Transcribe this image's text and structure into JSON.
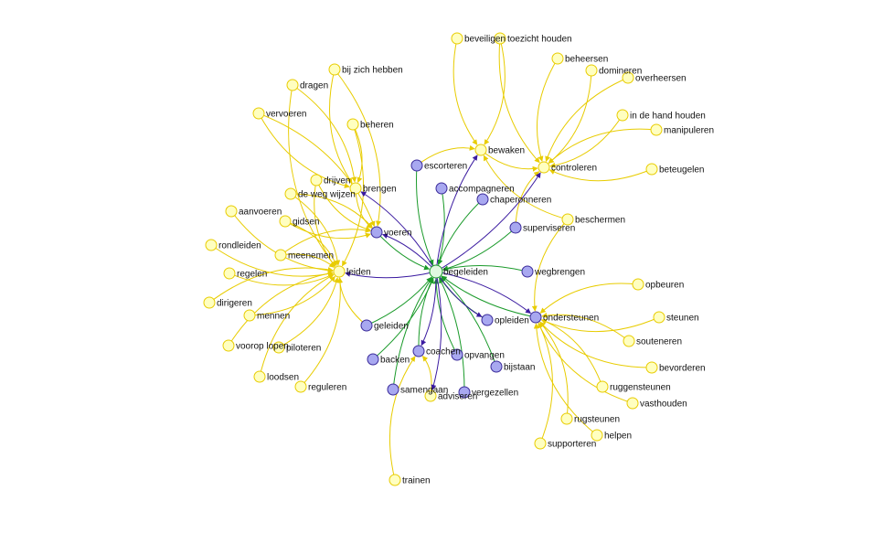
{
  "colors": {
    "background": "#ffffff",
    "yellow_node_fill": "#ffffc0",
    "yellow_node_stroke": "#e8cc00",
    "yellow_edge": "#e8cc00",
    "purple_node_fill": "#a8a8f0",
    "purple_node_stroke": "#3a2a9a",
    "purple_edge": "#3a1aa0",
    "green_edge": "#1a9a2a",
    "hub_green_fill": "#e0f8e0",
    "hub_green_stroke": "#1a9a2a"
  },
  "nodes": [
    {
      "id": "leiden",
      "label": "leiden",
      "kind": "yellow"
    },
    {
      "id": "voeren",
      "label": "voeren",
      "kind": "purple"
    },
    {
      "id": "begeleiden",
      "label": "begeleiden",
      "kind": "hub"
    },
    {
      "id": "ondersteunen",
      "label": "ondersteunen",
      "kind": "purple"
    },
    {
      "id": "bewaken",
      "label": "bewaken",
      "kind": "yellow"
    },
    {
      "id": "controleren",
      "label": "controleren",
      "kind": "yellow"
    },
    {
      "id": "brengen",
      "label": "brengen",
      "kind": "yellow"
    },
    {
      "id": "beveiligen",
      "label": "beveiligen",
      "kind": "yellow"
    },
    {
      "id": "toezicht-houden",
      "label": "toezicht houden",
      "kind": "yellow"
    },
    {
      "id": "beheersen",
      "label": "beheersen",
      "kind": "yellow"
    },
    {
      "id": "domineren",
      "label": "domineren",
      "kind": "yellow"
    },
    {
      "id": "overheersen",
      "label": "overheersen",
      "kind": "yellow"
    },
    {
      "id": "in-de-hand-houden",
      "label": "in de hand houden",
      "kind": "yellow"
    },
    {
      "id": "manipuleren",
      "label": "manipuleren",
      "kind": "yellow"
    },
    {
      "id": "beteugelen",
      "label": "beteugelen",
      "kind": "yellow"
    },
    {
      "id": "bij-zich-hebben",
      "label": "bij zich hebben",
      "kind": "yellow"
    },
    {
      "id": "dragen",
      "label": "dragen",
      "kind": "yellow"
    },
    {
      "id": "vervoeren",
      "label": "vervoeren",
      "kind": "yellow"
    },
    {
      "id": "beheren",
      "label": "beheren",
      "kind": "yellow"
    },
    {
      "id": "drijven",
      "label": "drijven",
      "kind": "yellow"
    },
    {
      "id": "de-weg-wijzen",
      "label": "de weg wijzen",
      "kind": "yellow"
    },
    {
      "id": "aanvoeren",
      "label": "aanvoeren",
      "kind": "yellow"
    },
    {
      "id": "gidsen",
      "label": "gidsen",
      "kind": "yellow"
    },
    {
      "id": "rondleiden",
      "label": "rondleiden",
      "kind": "yellow"
    },
    {
      "id": "meenemen",
      "label": "meenemen",
      "kind": "yellow"
    },
    {
      "id": "regelen",
      "label": "regelen",
      "kind": "yellow"
    },
    {
      "id": "dirigeren",
      "label": "dirigeren",
      "kind": "yellow"
    },
    {
      "id": "mennen",
      "label": "mennen",
      "kind": "yellow"
    },
    {
      "id": "voorop-lopen",
      "label": "voorop lopen",
      "kind": "yellow"
    },
    {
      "id": "piloteren",
      "label": "piloteren",
      "kind": "yellow"
    },
    {
      "id": "loodsen",
      "label": "loodsen",
      "kind": "yellow"
    },
    {
      "id": "reguleren",
      "label": "reguleren",
      "kind": "yellow"
    },
    {
      "id": "escorteren",
      "label": "escorteren",
      "kind": "purple"
    },
    {
      "id": "accompagneren",
      "label": "accompagneren",
      "kind": "purple"
    },
    {
      "id": "chaperonneren",
      "label": "chaperonneren",
      "kind": "purple"
    },
    {
      "id": "beschermen",
      "label": "beschermen",
      "kind": "yellow"
    },
    {
      "id": "superviseren",
      "label": "superviseren",
      "kind": "purple"
    },
    {
      "id": "wegbrengen",
      "label": "wegbrengen",
      "kind": "purple"
    },
    {
      "id": "opleiden",
      "label": "opleiden",
      "kind": "purple"
    },
    {
      "id": "geleiden",
      "label": "geleiden",
      "kind": "purple"
    },
    {
      "id": "coachen",
      "label": "coachen",
      "kind": "purple"
    },
    {
      "id": "backen",
      "label": "backen",
      "kind": "purple"
    },
    {
      "id": "opvangen",
      "label": "opvangen",
      "kind": "purple"
    },
    {
      "id": "bijstaan",
      "label": "bijstaan",
      "kind": "purple"
    },
    {
      "id": "samengaan",
      "label": "samengaan",
      "kind": "purple"
    },
    {
      "id": "adviseren",
      "label": "adviseren",
      "kind": "yellow"
    },
    {
      "id": "vergezellen",
      "label": "vergezellen",
      "kind": "purple"
    },
    {
      "id": "trainen",
      "label": "trainen",
      "kind": "yellow"
    },
    {
      "id": "opbeuren",
      "label": "opbeuren",
      "kind": "yellow"
    },
    {
      "id": "steunen",
      "label": "steunen",
      "kind": "yellow"
    },
    {
      "id": "souteneren",
      "label": "souteneren",
      "kind": "yellow"
    },
    {
      "id": "bevorderen",
      "label": "bevorderen",
      "kind": "yellow"
    },
    {
      "id": "ruggensteunen",
      "label": "ruggensteunen",
      "kind": "yellow"
    },
    {
      "id": "vasthouden",
      "label": "vasthouden",
      "kind": "yellow"
    },
    {
      "id": "rugsteunen",
      "label": "rugsteunen",
      "kind": "yellow"
    },
    {
      "id": "helpen",
      "label": "helpen",
      "kind": "yellow"
    },
    {
      "id": "supporteren",
      "label": "supporteren",
      "kind": "yellow"
    }
  ],
  "edges": [
    {
      "from": "bij-zich-hebben",
      "to": "brengen",
      "color": "yellow"
    },
    {
      "from": "dragen",
      "to": "brengen",
      "color": "yellow"
    },
    {
      "from": "vervoeren",
      "to": "brengen",
      "color": "yellow"
    },
    {
      "from": "beheren",
      "to": "brengen",
      "color": "yellow"
    },
    {
      "from": "drijven",
      "to": "leiden",
      "color": "yellow"
    },
    {
      "from": "de-weg-wijzen",
      "to": "leiden",
      "color": "yellow"
    },
    {
      "from": "aanvoeren",
      "to": "leiden",
      "color": "yellow"
    },
    {
      "from": "gidsen",
      "to": "leiden",
      "color": "yellow"
    },
    {
      "from": "rondleiden",
      "to": "leiden",
      "color": "yellow"
    },
    {
      "from": "meenemen",
      "to": "leiden",
      "color": "yellow"
    },
    {
      "from": "regelen",
      "to": "leiden",
      "color": "yellow"
    },
    {
      "from": "dirigeren",
      "to": "leiden",
      "color": "yellow"
    },
    {
      "from": "mennen",
      "to": "leiden",
      "color": "yellow"
    },
    {
      "from": "voorop-lopen",
      "to": "leiden",
      "color": "yellow"
    },
    {
      "from": "piloteren",
      "to": "leiden",
      "color": "yellow"
    },
    {
      "from": "loodsen",
      "to": "leiden",
      "color": "yellow"
    },
    {
      "from": "reguleren",
      "to": "leiden",
      "color": "yellow"
    },
    {
      "from": "beheren",
      "to": "leiden",
      "color": "yellow"
    },
    {
      "from": "dragen",
      "to": "leiden",
      "color": "yellow"
    },
    {
      "from": "vervoeren",
      "to": "voeren",
      "color": "yellow"
    },
    {
      "from": "drijven",
      "to": "voeren",
      "color": "yellow"
    },
    {
      "from": "de-weg-wijzen",
      "to": "voeren",
      "color": "yellow"
    },
    {
      "from": "gidsen",
      "to": "voeren",
      "color": "yellow"
    },
    {
      "from": "meenemen",
      "to": "voeren",
      "color": "yellow"
    },
    {
      "from": "brengen",
      "to": "voeren",
      "color": "yellow"
    },
    {
      "from": "bij-zich-hebben",
      "to": "voeren",
      "color": "yellow"
    },
    {
      "from": "beveiligen",
      "to": "bewaken",
      "color": "yellow"
    },
    {
      "from": "toezicht-houden",
      "to": "bewaken",
      "color": "yellow"
    },
    {
      "from": "beheersen",
      "to": "controleren",
      "color": "yellow"
    },
    {
      "from": "domineren",
      "to": "controleren",
      "color": "yellow"
    },
    {
      "from": "overheersen",
      "to": "controleren",
      "color": "yellow"
    },
    {
      "from": "in-de-hand-houden",
      "to": "controleren",
      "color": "yellow"
    },
    {
      "from": "manipuleren",
      "to": "controleren",
      "color": "yellow"
    },
    {
      "from": "beteugelen",
      "to": "controleren",
      "color": "yellow"
    },
    {
      "from": "toezicht-houden",
      "to": "controleren",
      "color": "yellow"
    },
    {
      "from": "escorteren",
      "to": "bewaken",
      "color": "yellow"
    },
    {
      "from": "bewaken",
      "to": "controleren",
      "color": "yellow"
    },
    {
      "from": "beschermen",
      "to": "bewaken",
      "color": "yellow"
    },
    {
      "from": "beschermen",
      "to": "ondersteunen",
      "color": "yellow"
    },
    {
      "from": "superviseren",
      "to": "controleren",
      "color": "yellow"
    },
    {
      "from": "opbeuren",
      "to": "ondersteunen",
      "color": "yellow"
    },
    {
      "from": "steunen",
      "to": "ondersteunen",
      "color": "yellow"
    },
    {
      "from": "souteneren",
      "to": "ondersteunen",
      "color": "yellow"
    },
    {
      "from": "bevorderen",
      "to": "ondersteunen",
      "color": "yellow"
    },
    {
      "from": "ruggensteunen",
      "to": "ondersteunen",
      "color": "yellow"
    },
    {
      "from": "vasthouden",
      "to": "ondersteunen",
      "color": "yellow"
    },
    {
      "from": "rugsteunen",
      "to": "ondersteunen",
      "color": "yellow"
    },
    {
      "from": "helpen",
      "to": "ondersteunen",
      "color": "yellow"
    },
    {
      "from": "supporteren",
      "to": "ondersteunen",
      "color": "yellow"
    },
    {
      "from": "trainen",
      "to": "coachen",
      "color": "yellow"
    },
    {
      "from": "adviseren",
      "to": "coachen",
      "color": "yellow"
    },
    {
      "from": "geleiden",
      "to": "leiden",
      "color": "yellow"
    },
    {
      "from": "escorteren",
      "to": "begeleiden",
      "color": "green"
    },
    {
      "from": "accompagneren",
      "to": "begeleiden",
      "color": "green"
    },
    {
      "from": "chaperonneren",
      "to": "begeleiden",
      "color": "green"
    },
    {
      "from": "superviseren",
      "to": "begeleiden",
      "color": "green"
    },
    {
      "from": "wegbrengen",
      "to": "begeleiden",
      "color": "green"
    },
    {
      "from": "opleiden",
      "to": "begeleiden",
      "color": "green"
    },
    {
      "from": "geleiden",
      "to": "begeleiden",
      "color": "green"
    },
    {
      "from": "coachen",
      "to": "begeleiden",
      "color": "green"
    },
    {
      "from": "backen",
      "to": "begeleiden",
      "color": "green"
    },
    {
      "from": "opvangen",
      "to": "begeleiden",
      "color": "green"
    },
    {
      "from": "bijstaan",
      "to": "begeleiden",
      "color": "green"
    },
    {
      "from": "samengaan",
      "to": "begeleiden",
      "color": "green"
    },
    {
      "from": "vergezellen",
      "to": "begeleiden",
      "color": "green"
    },
    {
      "from": "ondersteunen",
      "to": "begeleiden",
      "color": "green"
    },
    {
      "from": "voeren",
      "to": "begeleiden",
      "color": "green"
    },
    {
      "from": "begeleiden",
      "to": "leiden",
      "color": "purple"
    },
    {
      "from": "begeleiden",
      "to": "voeren",
      "color": "purple"
    },
    {
      "from": "begeleiden",
      "to": "bewaken",
      "color": "purple"
    },
    {
      "from": "begeleiden",
      "to": "controleren",
      "color": "purple"
    },
    {
      "from": "begeleiden",
      "to": "ondersteunen",
      "color": "purple"
    },
    {
      "from": "begeleiden",
      "to": "opleiden",
      "color": "purple"
    },
    {
      "from": "begeleiden",
      "to": "coachen",
      "color": "purple"
    },
    {
      "from": "begeleiden",
      "to": "brengen",
      "color": "purple"
    },
    {
      "from": "begeleiden",
      "to": "adviseren",
      "color": "purple"
    }
  ]
}
